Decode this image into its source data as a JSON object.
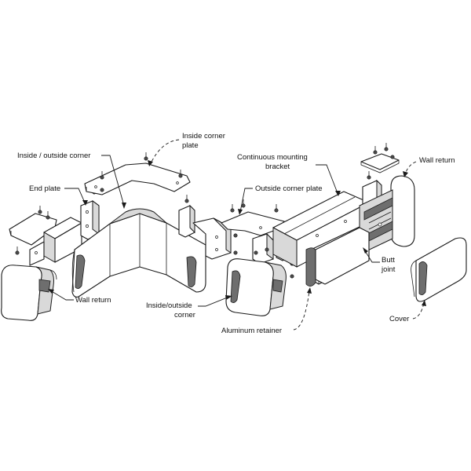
{
  "labels": {
    "inside_corner_plate_1": "Inside corner",
    "inside_corner_plate_2": "plate",
    "inside_outside_corner_top": "Inside / outside corner",
    "continuous_bracket_1": "Continuous mounting",
    "continuous_bracket_2": "bracket",
    "wall_return_top": "Wall return",
    "end_plate": "End plate",
    "outside_corner_plate": "Outside corner plate",
    "butt_joint_1": "Butt",
    "butt_joint_2": "joint",
    "wall_return_bottom": "Wall return",
    "inside_outside_corner_bottom_1": "Inside/outside",
    "inside_outside_corner_bottom_2": "corner",
    "aluminum_retainer": "Aluminum retainer",
    "cover": "Cover"
  },
  "colors": {
    "line": "#1a1a1a",
    "shade": "#d9d9d9",
    "dark": "#6e6e6e"
  }
}
